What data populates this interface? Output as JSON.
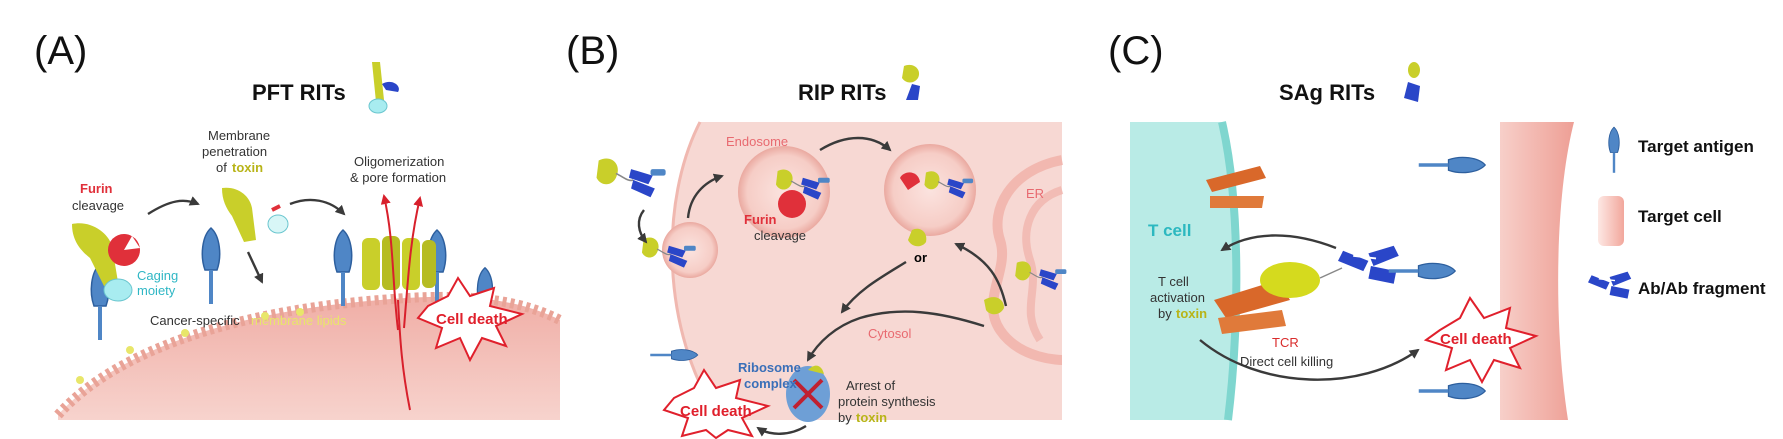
{
  "panels": {
    "a": {
      "letter": "(A)",
      "title": "PFT RITs",
      "labels": {
        "furin": "Furin",
        "cleavage": "cleavage",
        "membrane_1": "Membrane",
        "membrane_2": "penetration",
        "of": "of",
        "toxin": "toxin",
        "oligo_1": "Oligomerization",
        "oligo_2": "& pore formation",
        "caging_1": "Caging",
        "caging_2": "moiety",
        "cancer_specific": "Cancer-specific",
        "membrane_lipids": "membrane lipids",
        "cell_death": "Cell death"
      }
    },
    "b": {
      "letter": "(B)",
      "title": "RIP RITs",
      "labels": {
        "endosome": "Endosome",
        "furin": "Furin",
        "cleavage": "cleavage",
        "or": "or",
        "er": "ER",
        "cytosol": "Cytosol",
        "ribosome_1": "Ribosome",
        "ribosome_2": "complex",
        "arrest_1": "Arrest of",
        "arrest_2": "protein synthesis",
        "by": "by",
        "toxin": "toxin",
        "cell_death": "Cell death"
      }
    },
    "c": {
      "letter": "(C)",
      "title": "SAg RITs",
      "labels": {
        "t_cell": "T cell",
        "activation_1": "T cell",
        "activation_2": "activation",
        "by": "by",
        "toxin": "toxin",
        "tcr": "TCR",
        "direct": "Direct cell killing",
        "cell_death": "Cell death"
      }
    }
  },
  "legend": [
    {
      "label": "Target antigen",
      "icon": "target-antigen-icon"
    },
    {
      "label": "Target cell",
      "icon": "target-cell-icon"
    },
    {
      "label": "Ab/Ab fragment",
      "icon": "antibody-icon"
    }
  ],
  "colors": {
    "toxin_yellow": "#c9cf2a",
    "furin_red": "#e0303a",
    "antibody_blue": "#2a46c8",
    "antigen_blue": "#4f86c6",
    "tcr_orange": "#d9682a",
    "cell_pink": "#f4c2bc",
    "tcell_cyan": "#8fdcd6",
    "death_red": "#e0202c"
  }
}
